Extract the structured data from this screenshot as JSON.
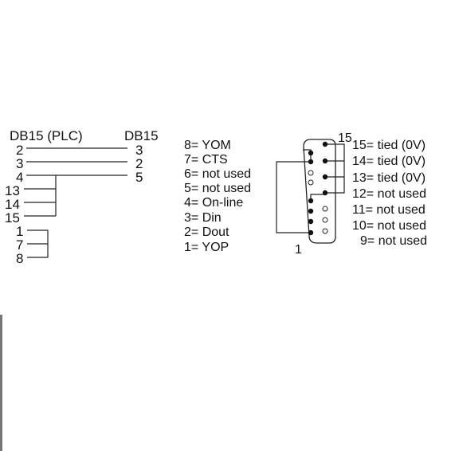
{
  "cable": {
    "left_header": "DB15 (PLC)",
    "right_header": "DB15",
    "straight": [
      {
        "left": "2",
        "right": "3"
      },
      {
        "left": "3",
        "right": "2"
      },
      {
        "left": "4",
        "right": "5"
      }
    ],
    "loop_a": [
      "13",
      "14",
      "15"
    ],
    "loop_b": [
      "1",
      "7",
      "8"
    ]
  },
  "pins_left": [
    {
      "label": "8= YOM"
    },
    {
      "label": "7= CTS"
    },
    {
      "label": "6= not used"
    },
    {
      "label": "5= not used"
    },
    {
      "label": "4= On-line"
    },
    {
      "label": "3= Din"
    },
    {
      "label": "2= Dout"
    },
    {
      "label": "1= YOP"
    }
  ],
  "pins_right": [
    {
      "label": "15= tied (0V)"
    },
    {
      "label": "14= tied (0V)"
    },
    {
      "label": "13= tied (0V)"
    },
    {
      "label": "12= not used"
    },
    {
      "label": "11= not used"
    },
    {
      "label": "10= not used"
    },
    {
      "label": "9= not used"
    }
  ],
  "connector": {
    "label_top": "15",
    "label_bottom": "1"
  }
}
